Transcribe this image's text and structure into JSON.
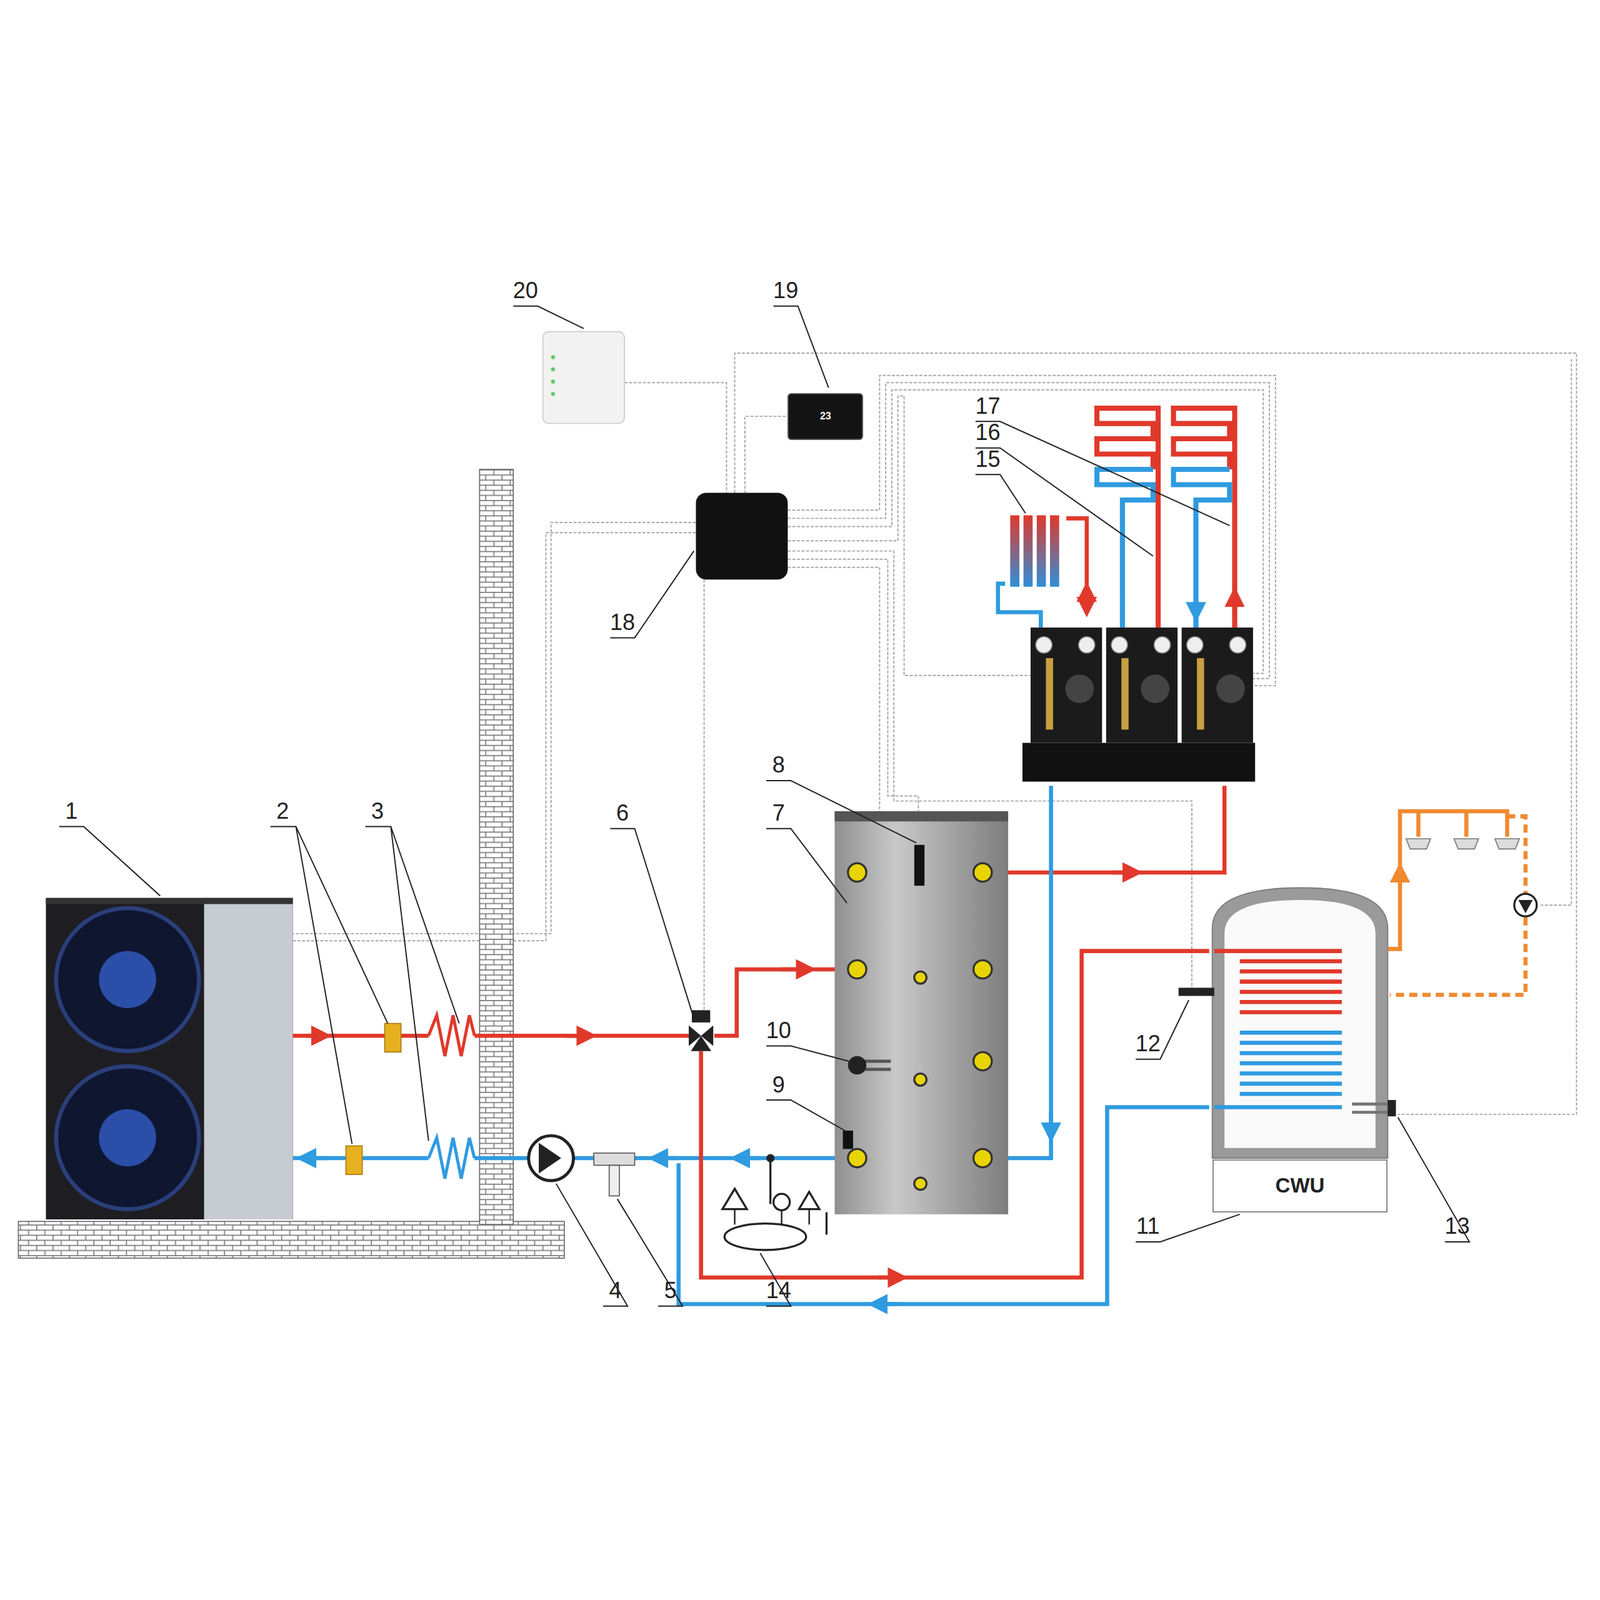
{
  "diagram": {
    "nodes": [
      {
        "text": [
          "23"
        ]
      },
      {
        "text": [
          "CWU"
        ]
      }
    ],
    "labels": [
      "1",
      "2",
      "3",
      "4",
      "5",
      "6",
      "7",
      "8",
      "9",
      "10",
      "11",
      "12",
      "13",
      "14",
      "15",
      "16",
      "17",
      "18",
      "19",
      "20"
    ]
  }
}
